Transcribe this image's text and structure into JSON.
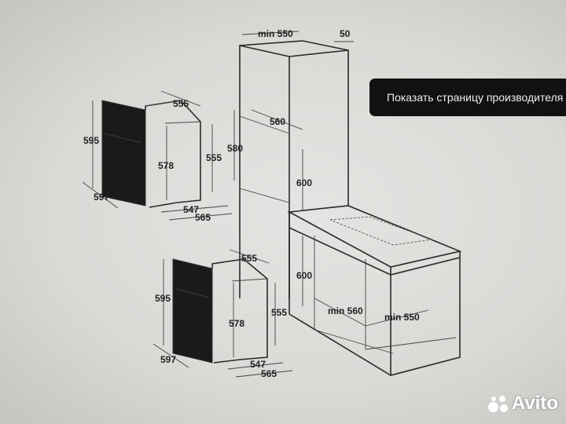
{
  "tooltip": {
    "text": "Показать страницу производителя"
  },
  "watermark": {
    "brand": "Avito",
    "icon": "avito-dots-logo"
  },
  "diagram": {
    "oven_top": {
      "depth": "555",
      "height": "595",
      "inner_height": "578",
      "side_height": "555",
      "width": "597",
      "inner_width": "547",
      "outer_width": "565"
    },
    "oven_bottom": {
      "depth": "555",
      "height": "595",
      "inner_height": "578",
      "side_height": "555",
      "width": "597",
      "inner_width": "547",
      "outer_width": "565"
    },
    "tall_cabinet": {
      "min_depth": "min 550",
      "gap": "50",
      "niche_width": "560",
      "niche_height": "580",
      "niche_floor_height": "600"
    },
    "base_cabinet": {
      "height": "600",
      "min_width": "min 560",
      "min_depth": "min 550"
    }
  }
}
